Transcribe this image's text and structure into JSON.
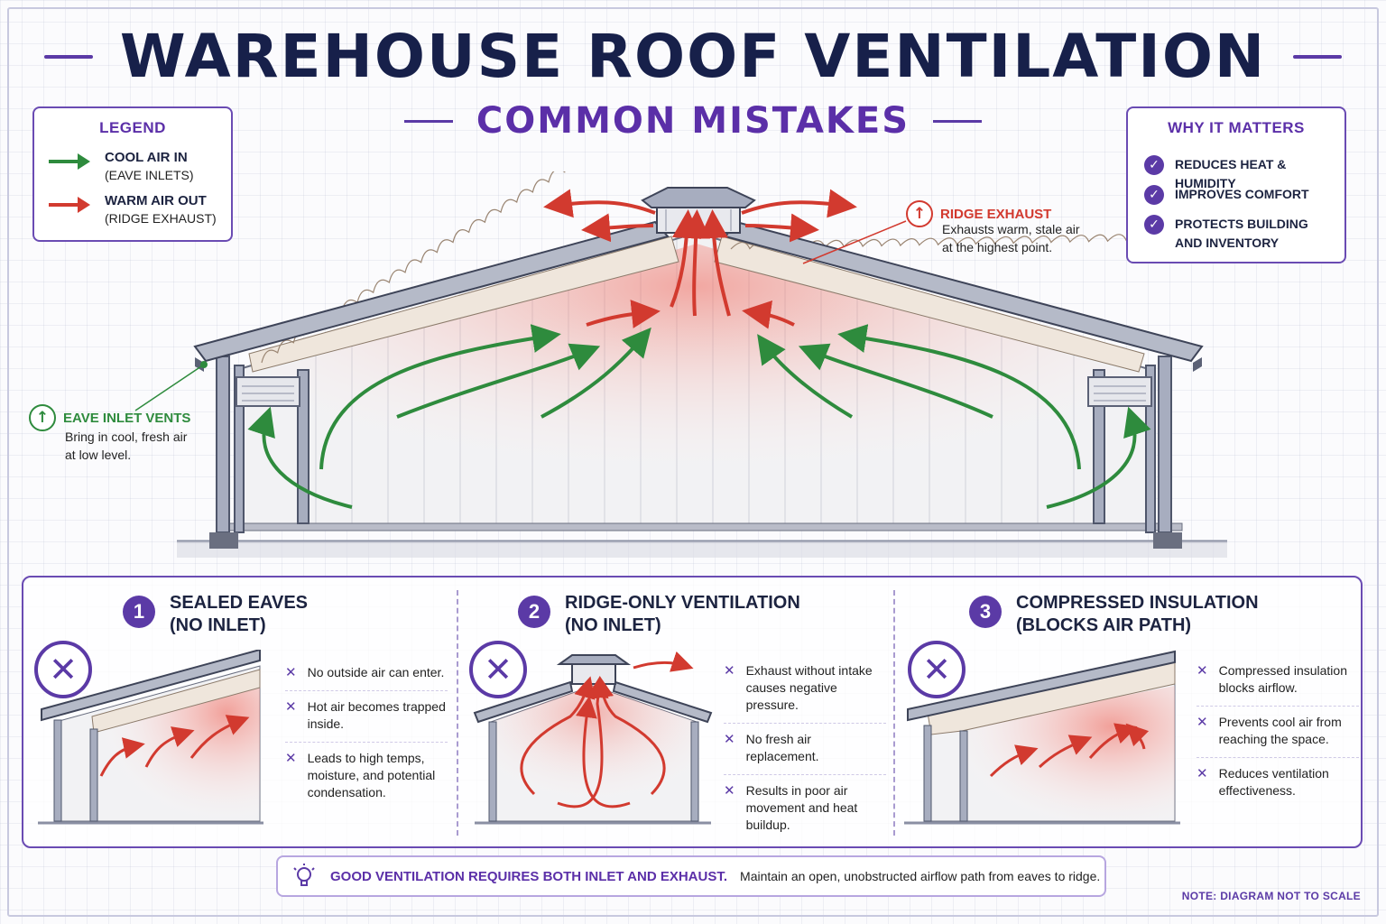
{
  "title": "WAREHOUSE ROOF VENTILATION",
  "subtitle": "COMMON MISTAKES",
  "legend": {
    "title": "LEGEND",
    "items": [
      {
        "label": "COOL AIR IN",
        "sub": "(EAVE INLETS)",
        "color": "#2e8b3d"
      },
      {
        "label": "WARM AIR OUT",
        "sub": "(RIDGE EXHAUST)",
        "color": "#d23a2f"
      }
    ]
  },
  "why": {
    "title": "WHY IT MATTERS",
    "items": [
      "REDUCES HEAT & HUMIDITY",
      "IMPROVES COMFORT",
      "PROTECTS BUILDING AND INVENTORY"
    ]
  },
  "callouts": {
    "ridge": {
      "title": "RIDGE EXHAUST",
      "text1": "Exhausts warm, stale air",
      "text2": "at the highest point.",
      "color": "#d23a2f",
      "icon": "arrow-up-icon"
    },
    "eave": {
      "title": "EAVE INLET VENTS",
      "text1": "Bring in cool, fresh air",
      "text2": "at low level.",
      "color": "#2e8b3d",
      "icon": "arrow-up-icon"
    }
  },
  "mistakes": [
    {
      "num": "1",
      "title1": "SEALED EAVES",
      "title2": "(NO INLET)",
      "bullets": [
        "No outside air can enter.",
        "Hot air becomes trapped inside.",
        "Leads to high temps, moisture, and potential condensation."
      ]
    },
    {
      "num": "2",
      "title1": "RIDGE-ONLY VENTILATION",
      "title2": "(NO INLET)",
      "bullets": [
        "Exhaust without intake causes negative pressure.",
        "No fresh air replacement.",
        "Results in poor air movement and heat buildup."
      ]
    },
    {
      "num": "3",
      "title1": "COMPRESSED INSULATION",
      "title2": "(BLOCKS AIR PATH)",
      "bullets": [
        "Compressed insulation blocks airflow.",
        "Prevents cool air from reaching the space.",
        "Reduces ventilation effectiveness."
      ]
    }
  ],
  "tip": {
    "strong": "GOOD VENTILATION REQUIRES BOTH INLET AND EXHAUST.",
    "rest": "Maintain an open, unobstructed airflow path from eaves to ridge.",
    "icon": "lightbulb-icon"
  },
  "note": "NOTE: DIAGRAM NOT TO SCALE",
  "colors": {
    "accent": "#5b3aa6",
    "cool": "#2e8b3d",
    "warm": "#d23a2f",
    "navy": "#17204a"
  }
}
